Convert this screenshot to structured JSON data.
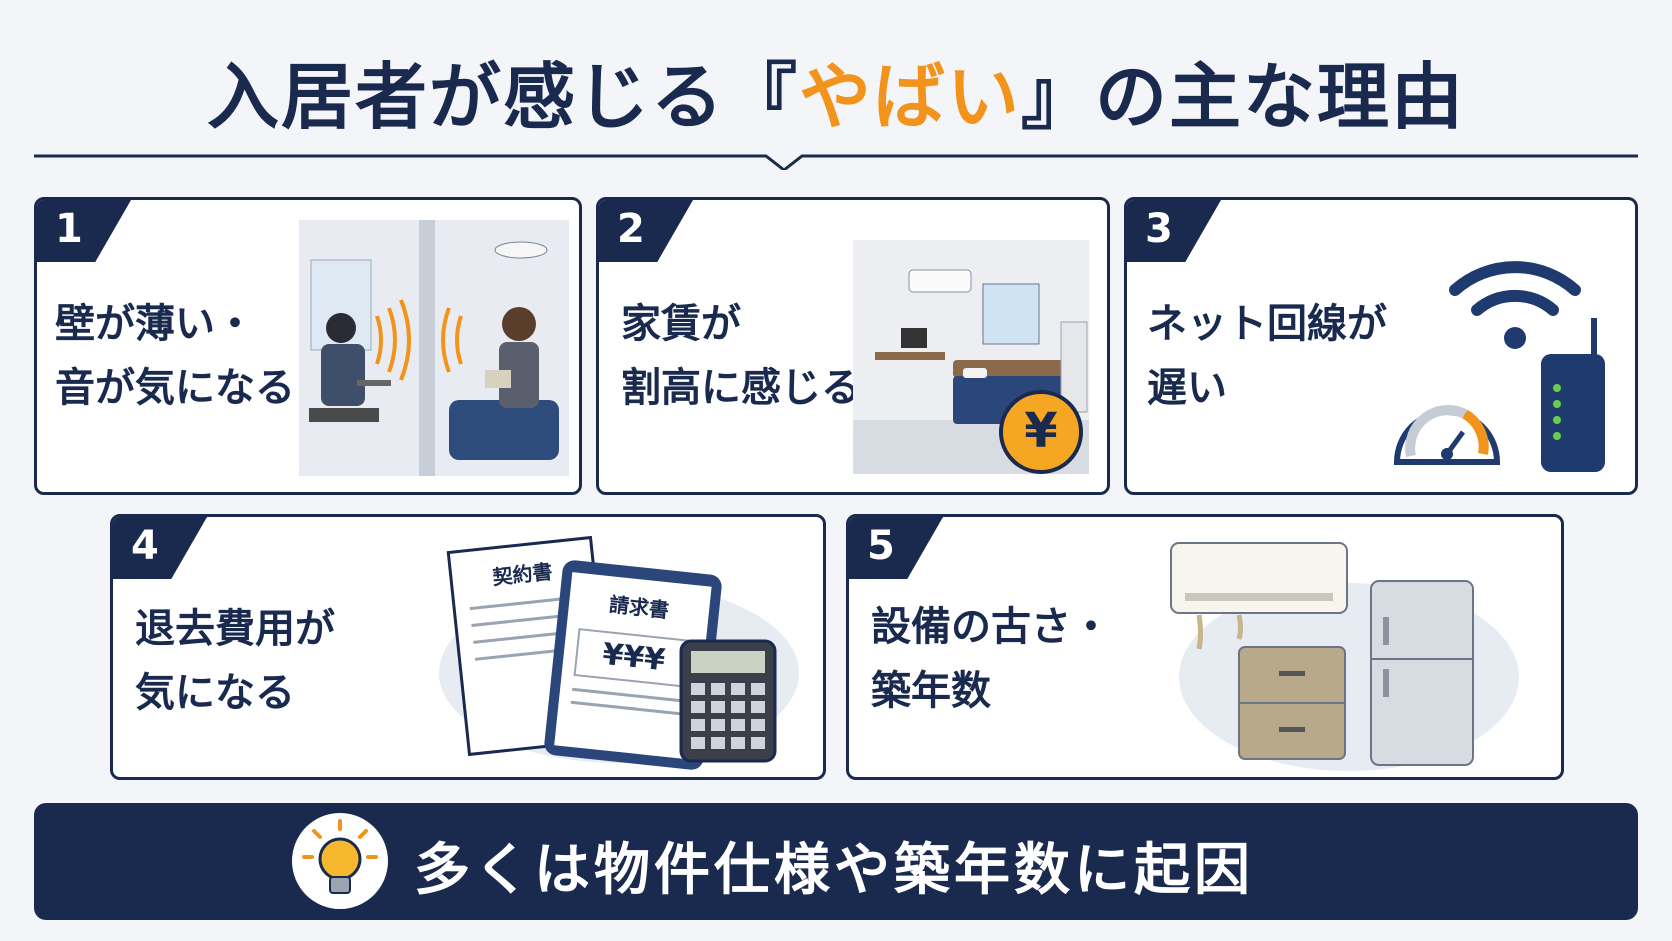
{
  "title": {
    "before": "入居者が感じる『",
    "highlight": "やばい",
    "after": "』の主な理由"
  },
  "colors": {
    "navy": "#1a2a4f",
    "accent": "#f2941c"
  },
  "cards": [
    {
      "number": "1",
      "lines": [
        "壁が薄い・",
        "音が気になる"
      ],
      "icon": "thin-wall-noise-illustration"
    },
    {
      "number": "2",
      "lines": [
        "家賃が",
        "割高に感じる"
      ],
      "icon": "room-yen-illustration",
      "coin_symbol": "¥"
    },
    {
      "number": "3",
      "lines": [
        "ネット回線が",
        "遅い"
      ],
      "icon": "wifi-router-speed-illustration"
    },
    {
      "number": "4",
      "lines": [
        "退去費用が",
        "気になる"
      ],
      "icon": "documents-calculator-illustration",
      "doc_contract": "契約書",
      "doc_invoice": "請求書",
      "invoice_amount": "¥¥¥"
    },
    {
      "number": "5",
      "lines": [
        "設備の古さ・",
        "築年数"
      ],
      "icon": "old-appliances-illustration"
    }
  ],
  "footer": {
    "text": "多くは物件仕様や築年数に起因",
    "icon": "lightbulb-icon"
  }
}
